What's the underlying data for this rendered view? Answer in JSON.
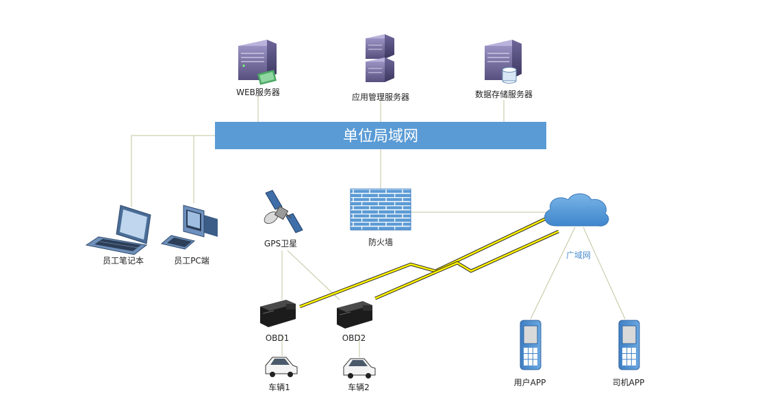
{
  "lan": {
    "label": "单位局域网"
  },
  "wan": {
    "label": "广域网"
  },
  "nodes": {
    "web_server": "WEB服务器",
    "app_server": "应用管理服务器",
    "db_server": "数据存储服务器",
    "laptop": "员工笔记本",
    "pc": "员工PC端",
    "gps": "GPS卫星",
    "firewall": "防火墙",
    "obd1": "OBD1",
    "obd2": "OBD2",
    "car1": "车辆1",
    "car2": "车辆2",
    "user_app": "用户APP",
    "driver_app": "司机APP"
  },
  "colors": {
    "lan_bar": "#5a9bd5",
    "firewall": "#5b9bd5",
    "cloud": "#5b9bd5",
    "wire": "#c2c49e",
    "lightning": "#fff200"
  }
}
